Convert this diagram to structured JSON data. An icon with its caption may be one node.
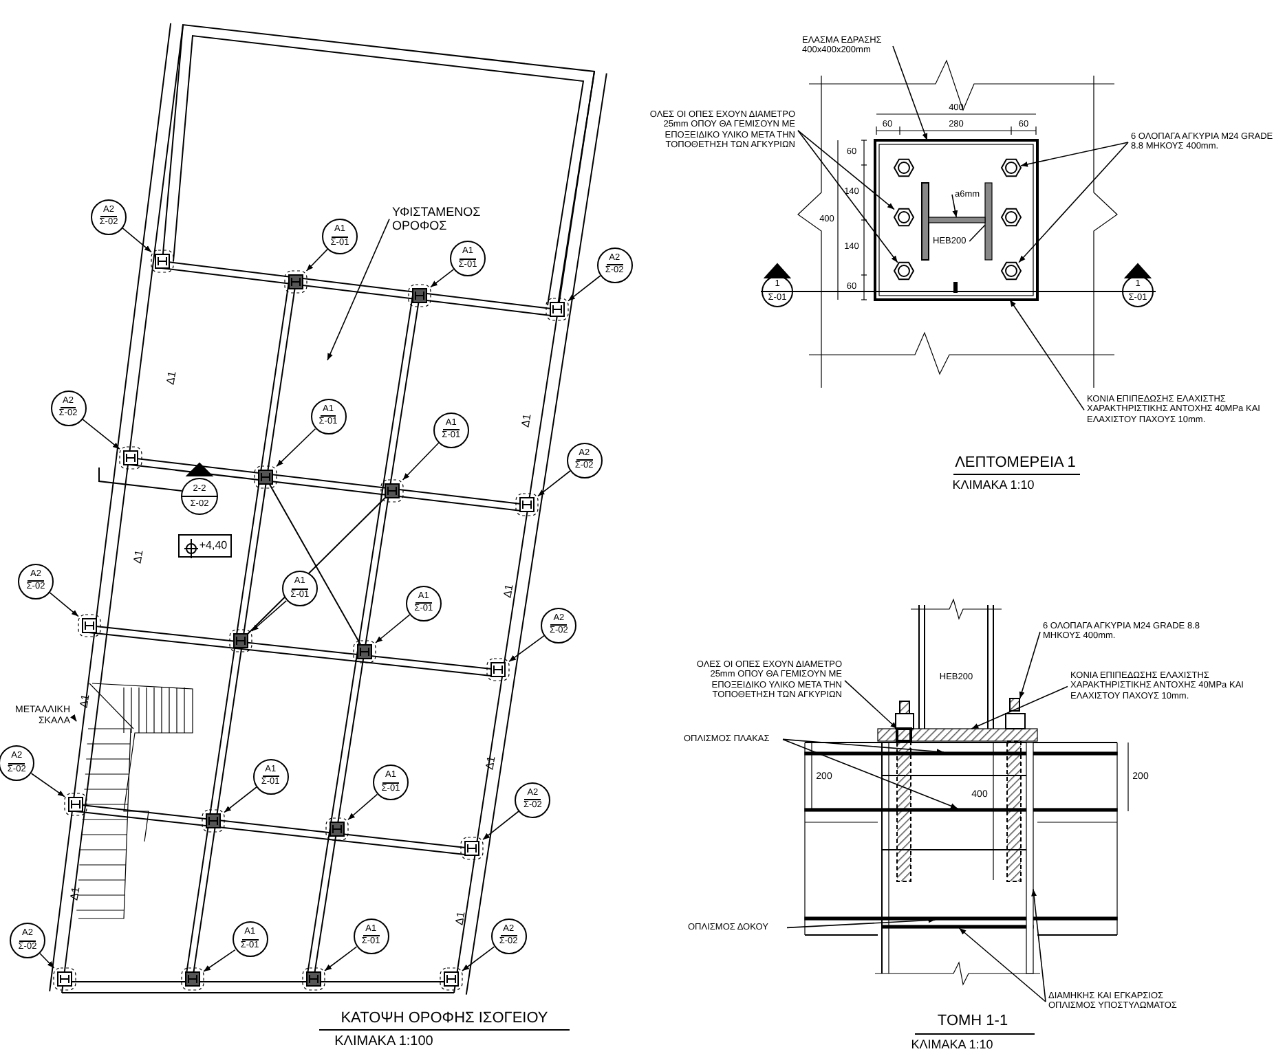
{
  "diagram": {
    "nodes": [
      {
        "text": [
          "ΥΦΙΣΤΑΜΕΝΟΣ ΟΡΟΦΟΣ"
        ]
      },
      {
        "text": [
          "Α2",
          "Σ-02"
        ]
      },
      {
        "text": [
          "Α1",
          "Σ-01"
        ]
      },
      {
        "text": [
          "Α1",
          "Σ-01"
        ]
      },
      {
        "text": [
          "Α2",
          "Σ-02"
        ]
      },
      {
        "text": [
          "Α2",
          "Σ-02"
        ]
      },
      {
        "text": [
          "Α1",
          "Σ-01"
        ]
      },
      {
        "text": [
          "Α1",
          "Σ-01"
        ]
      },
      {
        "text": [
          "Α2",
          "Σ-02"
        ]
      },
      {
        "text": [
          "Α2",
          "Σ-02"
        ]
      },
      {
        "text": [
          "Α1",
          "Σ-01"
        ]
      },
      {
        "text": [
          "Α1",
          "Σ-01"
        ]
      },
      {
        "text": [
          "Α2",
          "Σ-02"
        ]
      },
      {
        "text": [
          "Α2",
          "Σ-02"
        ]
      },
      {
        "text": [
          "Α1",
          "Σ-01"
        ]
      },
      {
        "text": [
          "Α1",
          "Σ-01"
        ]
      },
      {
        "text": [
          "Α2",
          "Σ-02"
        ]
      },
      {
        "text": [
          "Α2",
          "Σ-02"
        ]
      },
      {
        "text": [
          "Α1",
          "Σ-01"
        ]
      },
      {
        "text": [
          "Α1",
          "Σ-01"
        ]
      },
      {
        "text": [
          "Α2",
          "Σ-02"
        ]
      },
      {
        "text": [
          "ΜΕΤΑΛΛΙΚΗ ΣΚΑΛΑ"
        ]
      },
      {
        "text": [
          "ΕΛΑΣΜΑ ΕΔΡΑΣΗΣ 400x400x200mm"
        ]
      },
      {
        "text": [
          "ΟΛΕΣ ΟΙ ΟΠΕΣ ΕΧΟΥΝ ΔΙΑΜΕΤΡΟ 25mm ΟΠΟΥ ΘΑ ΓΕΜΙΣΟΥΝ ΜΕ ΕΠΟΞΕΙΔΙΚΟ ΥΛΙΚΟ ΜΕΤΑ ΤΗΝ ΤΟΠΟΘΕΤΗΣΗ ΤΩΝ ΑΓΚΥΡΙΩΝ"
        ]
      },
      {
        "text": [
          "6 ΟΛΟΠΑΓΑ ΑΓΚΥΡΙΑ M24 GRADE 8.8 ΜΗΚΟΥΣ 400mm."
        ]
      },
      {
        "text": [
          "HEB200"
        ],
        "in": 54
      },
      {
        "text": [
          "a6mm"
        ],
        "in": 54
      },
      {
        "text": [
          "ΚΟΝΙΑ ΕΠΙΠΕΔΩΣΗΣ ΕΛΑΧΙΣΤΗΣ ΧΑΡΑΚΤΗΡΙΣΤΙΚΗΣ ΑΝΤΟΧΗΣ 40MPa ΚΑΙ ΕΛΑΧΙΣΤΟΥ ΠΑΧΟΥΣ 10mm."
        ]
      },
      {
        "text": [
          "6 ΟΛΟΠΑΓΑ ΑΓΚΥΡΙΑ M24 GRADE 8.8 ΜΗΚΟΥΣ 400mm."
        ]
      },
      {
        "text": [
          "ΟΛΕΣ ΟΙ ΟΠΕΣ ΕΧΟΥΝ ΔΙΑΜΕΤΡΟ 25mm ΟΠΟΥ ΘΑ ΓΕΜΙΣΟΥΝ ΜΕ ΕΠΟΞΕΙΔΙΚΟ ΥΛΙΚΟ ΜΕΤΑ ΤΗΝ ΤΟΠΟΘΕΤΗΣΗ ΤΩΝ ΑΓΚΥΡΙΩΝ"
        ]
      },
      {
        "text": [
          "ΚΟΝΙΑ ΕΠΙΠΕΔΩΣΗΣ ΕΛΑΧΙΣΤΗΣ ΧΑΡΑΚΤΗΡΙΣΤΙΚΗΣ ΑΝΤΟΧΗΣ 40MPa ΚΑΙ ΕΛΑΧΙΣΤΟΥ ΠΑΧΟΥΣ 10mm."
        ]
      },
      {
        "text": [
          "ΟΠΛΙΣΜΟΣ ΠΛΑΚΑΣ"
        ]
      },
      {
        "text": [
          "ΟΠΛΙΣΜΟΣ ΔΟΚΟΥ"
        ]
      },
      {
        "text": [
          "ΔΙΑΜΗΚΗΣ ΚΑΙ ΕΓΚΑΡΣΙΟΣ ΟΠΛΙΣΜΟΣ ΥΠΟΣΤΥΛΩΜΑΤΟΣ"
        ]
      },
      {
        "text": [],
        "shape": "box"
      },
      {
        "text": [],
        "shape": "box"
      },
      {
        "text": [],
        "shape": "box"
      },
      {
        "text": [],
        "shape": "box"
      },
      {
        "text": [],
        "shape": "box"
      },
      {
        "text": [],
        "shape": "box"
      },
      {
        "text": [],
        "shape": "box"
      },
      {
        "text": [],
        "shape": "box"
      },
      {
        "text": [],
        "shape": "box"
      },
      {
        "text": [],
        "shape": "box"
      },
      {
        "text": [],
        "shape": "box"
      },
      {
        "text": [],
        "shape": "box"
      },
      {
        "text": [],
        "shape": "box"
      },
      {
        "text": [],
        "shape": "box"
      },
      {
        "text": [],
        "shape": "box"
      },
      {
        "text": [],
        "shape": "box"
      },
      {
        "text": [],
        "shape": "box"
      },
      {
        "text": [],
        "shape": "box"
      },
      {
        "text": [],
        "shape": "box"
      },
      {
        "text": [],
        "shape": "box"
      },
      {
        "text": [],
        "shape": "box"
      },
      {
        "text": [],
        "shape": "circle",
        "in": 54
      },
      {
        "text": [],
        "shape": "circle",
        "in": 54
      },
      {
        "text": [],
        "shape": "circle",
        "in": 54
      },
      {
        "text": [],
        "shape": "circle",
        "in": 54
      },
      {
        "text": [],
        "shape": "bar",
        "in": 54
      },
      {
        "text": [],
        "shape": "bar",
        "in": 54
      },
      {
        "text": [],
        "shape": "box"
      },
      {
        "text": [],
        "shape": "box",
        "in": 63
      },
      {
        "text": [],
        "shape": "bar"
      },
      {
        "text": [],
        "shape": "bar"
      },
      {
        "text": [],
        "shape": "bar"
      },
      {
        "text": [],
        "shape": "bar"
      },
      {
        "text": [],
        "shape": "bar"
      },
      {
        "text": [],
        "shape": "bar"
      },
      {
        "text": [],
        "shape": "picture"
      },
      {
        "text": [],
        "shape": "circle",
        "in": 54
      },
      {
        "text": [],
        "shape": "circle",
        "in": 54
      }
    ],
    "edges": [
      {
        "from": 0,
        "to": null,
        "arrow": "to"
      },
      {
        "from": 1,
        "to": 34,
        "arrow": "to"
      },
      {
        "from": 2,
        "to": 35,
        "arrow": "to"
      },
      {
        "from": 3,
        "to": 36,
        "arrow": "to"
      },
      {
        "from": 4,
        "to": 37,
        "arrow": "to"
      },
      {
        "from": 5,
        "to": 38,
        "arrow": "to"
      },
      {
        "from": 6,
        "to": 39,
        "arrow": "to"
      },
      {
        "from": 7,
        "to": 40,
        "arrow": "to"
      },
      {
        "from": 8,
        "to": 41,
        "arrow": "to"
      },
      {
        "from": 9,
        "to": 42,
        "arrow": "to"
      },
      {
        "from": 10,
        "to": 43,
        "arrow": "to"
      },
      {
        "from": 11,
        "to": 44,
        "arrow": "to"
      },
      {
        "from": 12,
        "to": 45,
        "arrow": "to"
      },
      {
        "from": 13,
        "to": 46,
        "arrow": "to"
      },
      {
        "from": 14,
        "to": 47,
        "arrow": "to"
      },
      {
        "from": 15,
        "to": 48,
        "arrow": "to"
      },
      {
        "from": 16,
        "to": 49,
        "arrow": "to"
      },
      {
        "from": 17,
        "to": 50,
        "arrow": "to"
      },
      {
        "from": 18,
        "to": 51,
        "arrow": "to"
      },
      {
        "from": 19,
        "to": 52,
        "arrow": "to"
      },
      {
        "from": 20,
        "to": 53,
        "arrow": "to"
      },
      {
        "from": 21,
        "to": 69,
        "arrow": "to"
      },
      {
        "from": 22,
        "to": 54,
        "arrow": "to"
      },
      {
        "from": 23,
        "to": 55,
        "arrow": "to"
      },
      {
        "from": 23,
        "to": 56,
        "arrow": "to"
      },
      {
        "from": 24,
        "to": 57,
        "arrow": "to"
      },
      {
        "from": 24,
        "to": 58,
        "arrow": "to"
      },
      {
        "from": 25,
        "to": 59,
        "arrow": "none"
      },
      {
        "from": 26,
        "to": 60,
        "arrow": "to"
      },
      {
        "from": 27,
        "to": 54,
        "arrow": "to"
      },
      {
        "from": 28,
        "to": 61,
        "arrow": "to"
      },
      {
        "from": 29,
        "to": 62,
        "arrow": "to"
      },
      {
        "from": 30,
        "to": 63,
        "arrow": "to"
      },
      {
        "from": 31,
        "to": 64,
        "arrow": "to"
      },
      {
        "from": 31,
        "to": 65,
        "arrow": "to"
      },
      {
        "from": 32,
        "to": 66,
        "arrow": "to"
      },
      {
        "from": 33,
        "to": 67,
        "arrow": "to"
      },
      {
        "from": 33,
        "to": 68,
        "arrow": "to"
      }
    ],
    "labels": [
      "2-2",
      "Σ-02",
      "+4,40",
      "Δ1",
      "Δ1",
      "Δ1",
      "Δ1",
      "Δ1",
      "Δ1",
      "Δ1",
      "Δ1",
      "ΚΑΤΟΨΗ ΟΡΟΦΗΣ ΙΣΟΓΕΙΟΥ",
      "ΚΛΙΜΑΚΑ 1:100",
      "400",
      "60",
      "280",
      "60",
      "60",
      "140",
      "400",
      "140",
      "60",
      "1",
      "Σ-01",
      "1",
      "Σ-01",
      "ΛΕΠΤΟΜΕΡΕΙΑ 1",
      "ΚΛΙΜΑΚΑ 1:10",
      "HEB200",
      "200",
      "400",
      "200",
      "ΤΟΜΗ 1-1",
      "ΚΛΙΜΑΚΑ 1:10"
    ]
  }
}
